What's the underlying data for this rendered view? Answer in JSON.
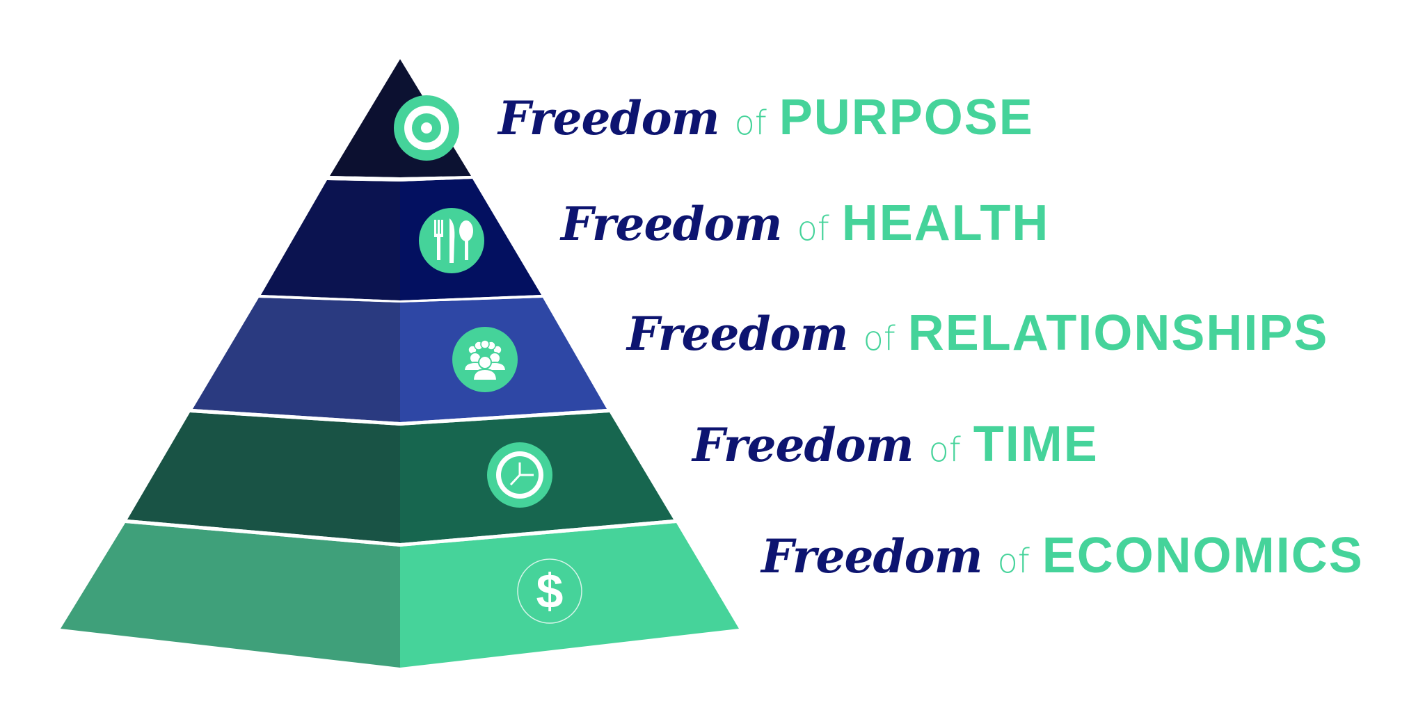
{
  "tiers": [
    {
      "prefix": "Freedom",
      "joiner": "of",
      "topic": "PURPOSE",
      "icon": "target-icon",
      "color_left": "#0c1030",
      "color_right": "#0c1232"
    },
    {
      "prefix": "Freedom",
      "joiner": "of",
      "topic": "HEALTH",
      "icon": "fork-knife-spoon-icon",
      "color_left": "#0b1350",
      "color_right": "#031060"
    },
    {
      "prefix": "Freedom",
      "joiner": "of",
      "topic": "RELATIONSHIPS",
      "icon": "group-people-icon",
      "color_left": "#2a3a80",
      "color_right": "#2e47a5"
    },
    {
      "prefix": "Freedom",
      "joiner": "of",
      "topic": "TIME",
      "icon": "clock-icon",
      "color_left": "#195345",
      "color_right": "#17664f"
    },
    {
      "prefix": "Freedom",
      "joiner": "of",
      "topic": "ECONOMICS",
      "icon": "dollar-icon",
      "color_left": "#3fa07a",
      "color_right": "#46d39a"
    }
  ],
  "colors": {
    "accent": "#45d39a",
    "navy": "#0d1470",
    "separator": "#ffffff"
  }
}
